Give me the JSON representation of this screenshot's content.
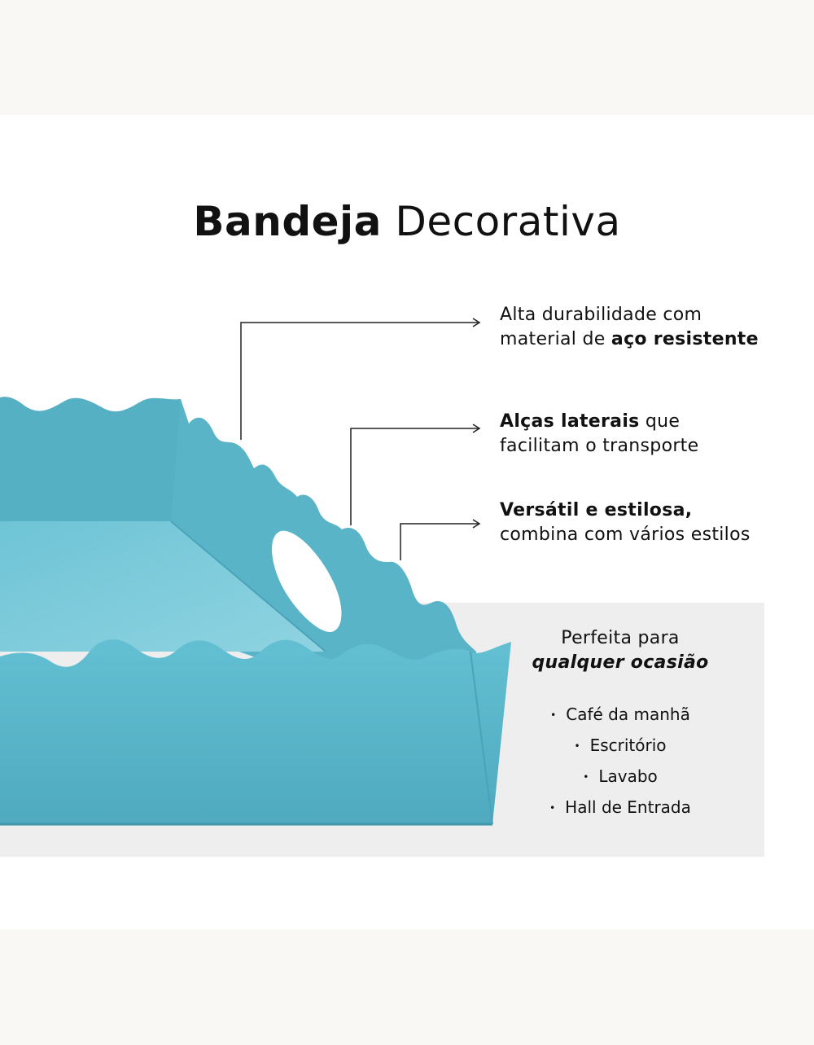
{
  "title": {
    "bold": "Bandeja",
    "regular": "Decorativa"
  },
  "callouts": [
    {
      "line1": "Alta durabilidade com",
      "line2_prefix": "material de ",
      "line2_bold": "aço resistente"
    },
    {
      "line1_bold": "Alças laterais",
      "line1_suffix": " que",
      "line2": "facilitam o transporte"
    },
    {
      "line1_bold": "Versátil e estilosa,",
      "line2": "combina com vários estilos"
    }
  ],
  "uses": {
    "heading_line1": "Perfeita para",
    "heading_line2": "qualquer ocasião",
    "items": [
      "Café da manhã",
      "Escritório",
      "Lavabo",
      "Hall de Entrada"
    ]
  },
  "colors": {
    "tray": "#5bb5c9",
    "panel": "#eeeeee",
    "background": "#faf8f4"
  },
  "icons": [
    "arrow-right-icon"
  ]
}
